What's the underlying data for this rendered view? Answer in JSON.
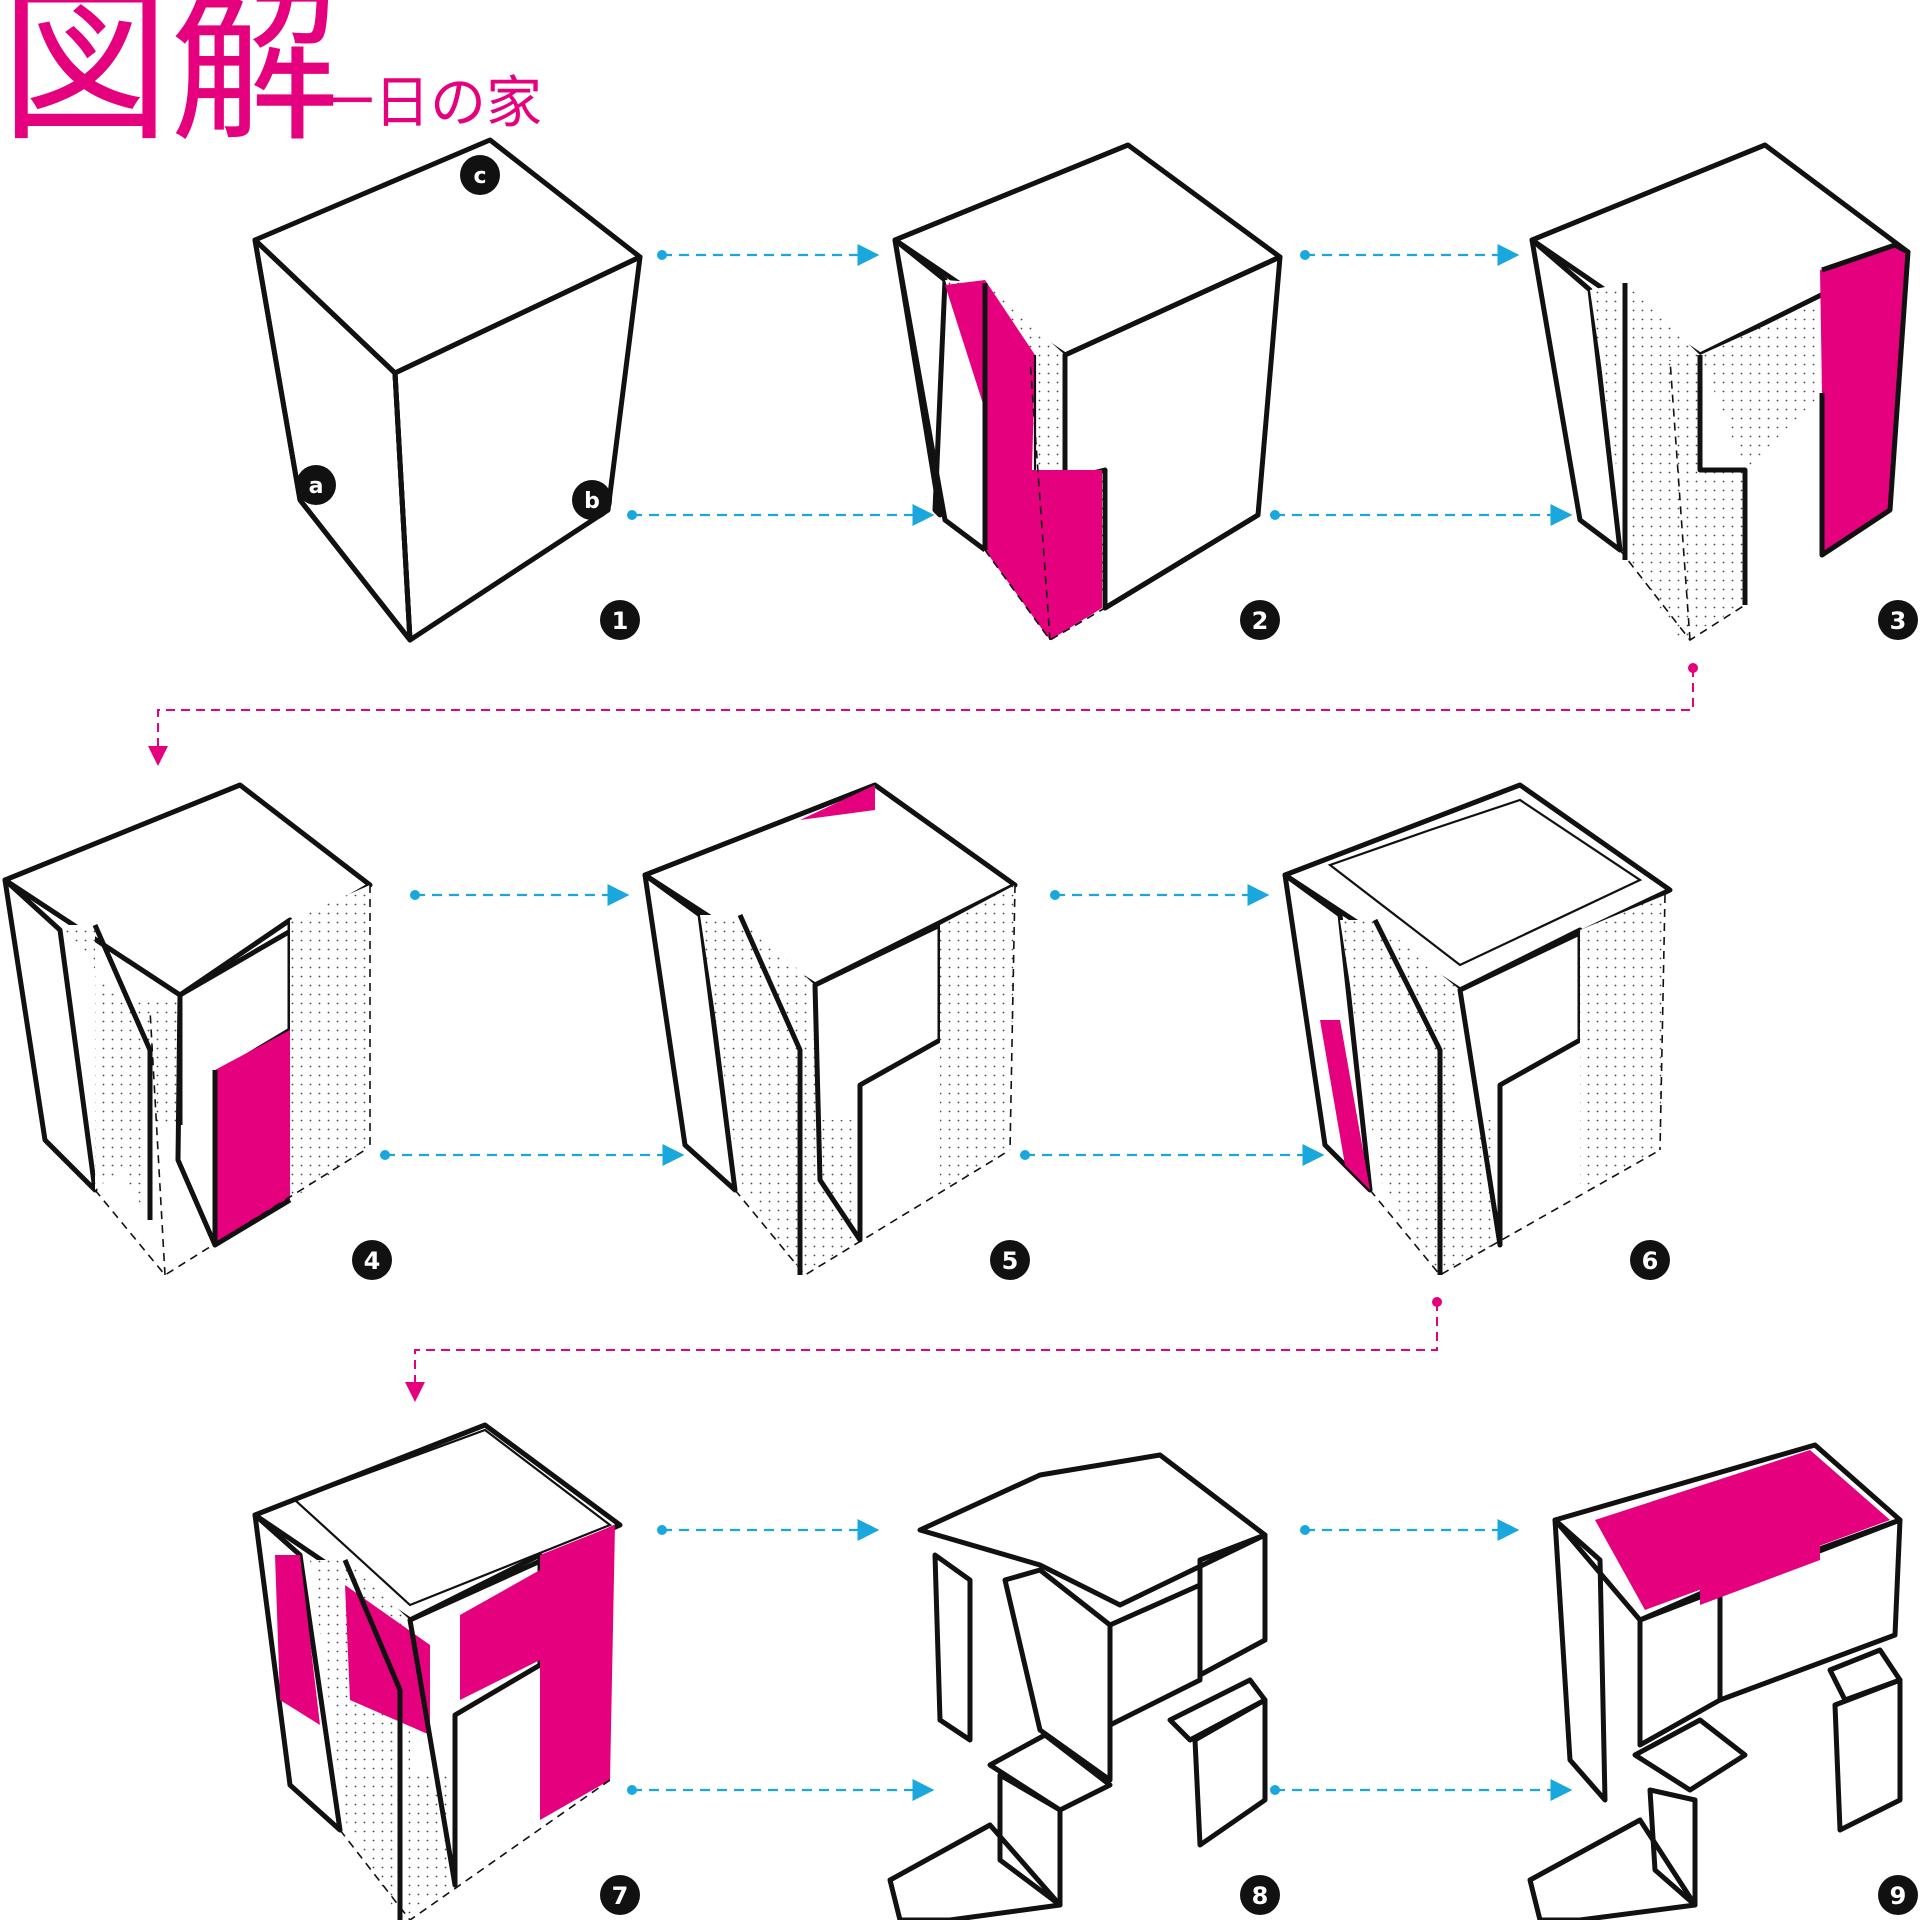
{
  "header": {
    "title": "図解",
    "subtitle": "一日の家"
  },
  "corner_labels": [
    "a",
    "b",
    "c"
  ],
  "steps": [
    "1",
    "2",
    "3",
    "4",
    "5",
    "6",
    "7",
    "8",
    "9"
  ],
  "colors": {
    "accent": "#e5007e",
    "arrow": "#1aa7dd",
    "line": "#111111",
    "fill": "#ffffff"
  }
}
